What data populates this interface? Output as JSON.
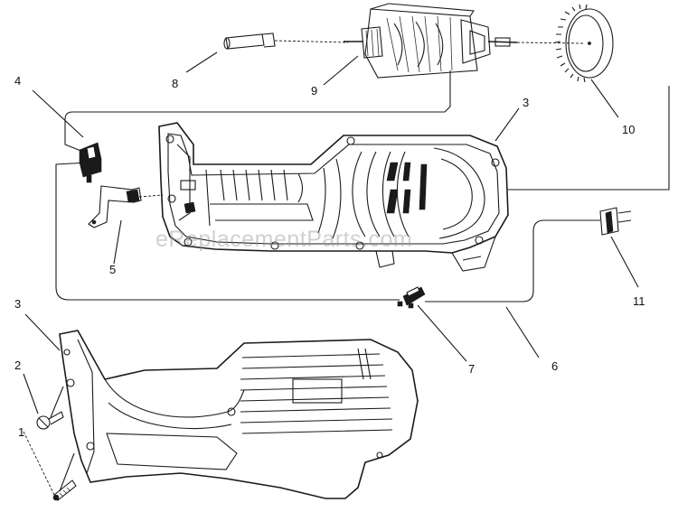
{
  "watermark": "eReplacementParts.com",
  "callouts": [
    {
      "id": "1",
      "label": "1"
    },
    {
      "id": "2",
      "label": "2"
    },
    {
      "id": "3a",
      "label": "3"
    },
    {
      "id": "3b",
      "label": "3"
    },
    {
      "id": "4",
      "label": "4"
    },
    {
      "id": "5",
      "label": "5"
    },
    {
      "id": "6",
      "label": "6"
    },
    {
      "id": "7",
      "label": "7"
    },
    {
      "id": "8",
      "label": "8"
    },
    {
      "id": "9",
      "label": "9"
    },
    {
      "id": "10",
      "label": "10"
    },
    {
      "id": "11",
      "label": "11"
    }
  ]
}
